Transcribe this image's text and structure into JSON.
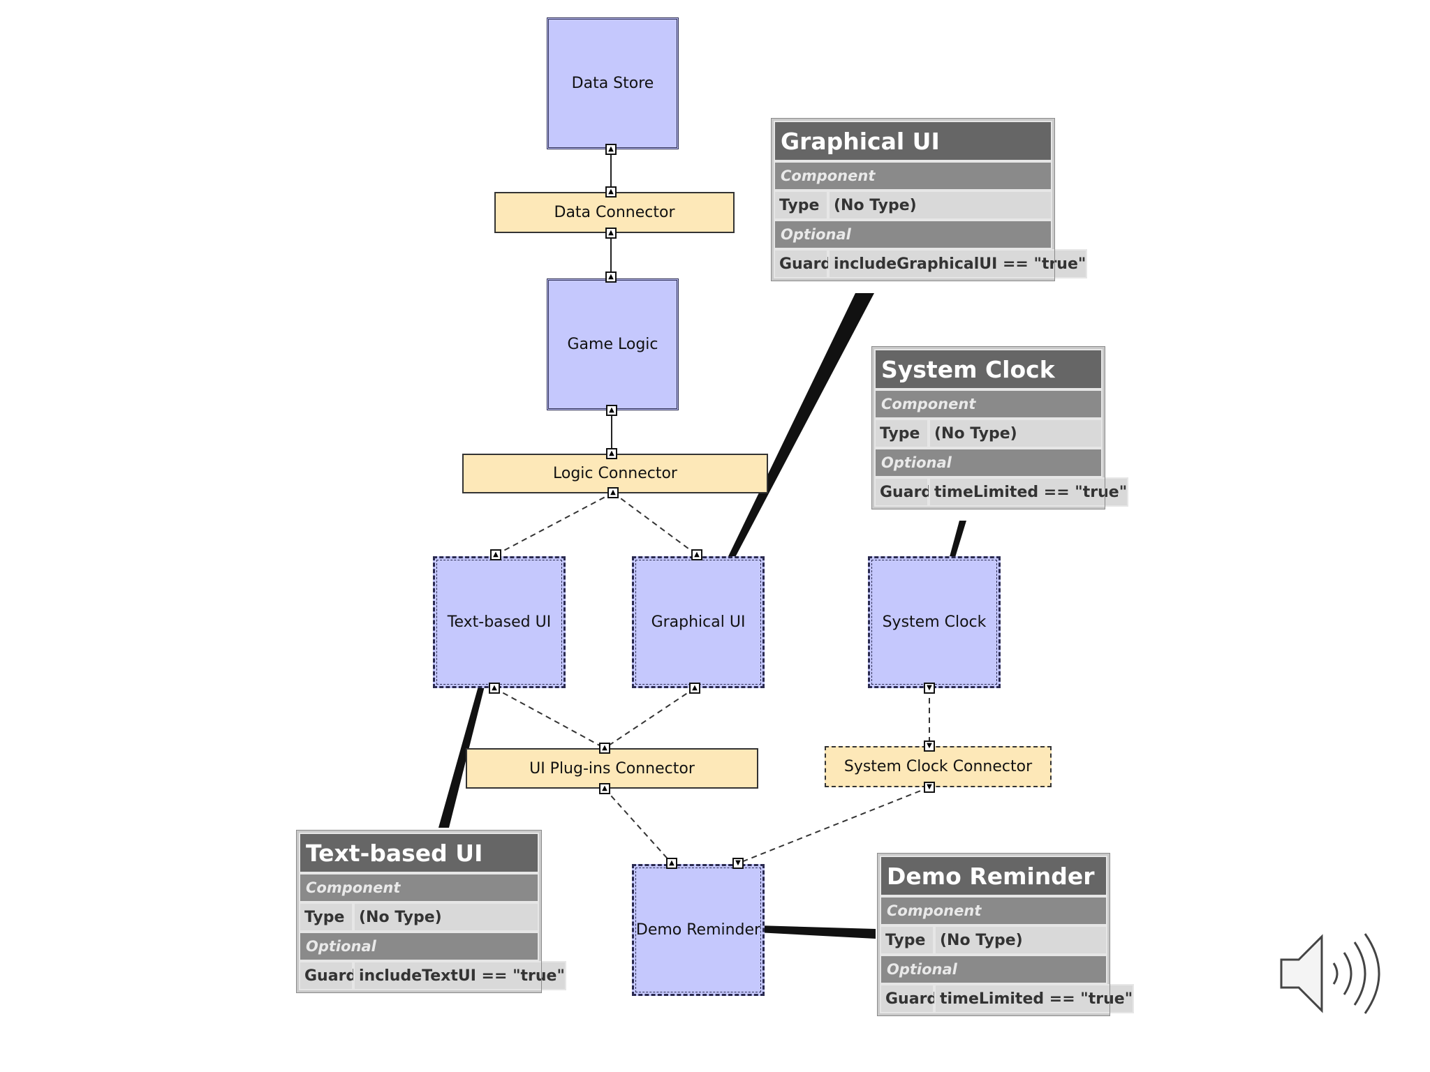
{
  "components": {
    "data_store": "Data Store",
    "game_logic": "Game Logic",
    "text_ui": "Text-based UI",
    "graphical_ui": "Graphical UI",
    "system_clock": "System Clock",
    "demo_reminder": "Demo Reminder"
  },
  "connectors": {
    "data_connector": "Data Connector",
    "logic_connector": "Logic Connector",
    "ui_plugins_connector": "UI Plug-ins Connector",
    "system_clock_connector": "System Clock Connector"
  },
  "cards": {
    "graphical_ui": {
      "title": "Graphical UI",
      "kind": "Component",
      "type_label": "Type",
      "type_value": "(No Type)",
      "optional_label": "Optional",
      "guard_label": "Guard",
      "guard_value": "includeGraphicalUI == \"true\""
    },
    "system_clock": {
      "title": "System Clock",
      "kind": "Component",
      "type_label": "Type",
      "type_value": "(No Type)",
      "optional_label": "Optional",
      "guard_label": "Guard",
      "guard_value": "timeLimited == \"true\""
    },
    "text_ui": {
      "title": "Text-based UI",
      "kind": "Component",
      "type_label": "Type",
      "type_value": "(No Type)",
      "optional_label": "Optional",
      "guard_label": "Guard",
      "guard_value": "includeTextUI == \"true\""
    },
    "demo_reminder": {
      "title": "Demo Reminder",
      "kind": "Component",
      "type_label": "Type",
      "type_value": "(No Type)",
      "optional_label": "Optional",
      "guard_label": "Guard",
      "guard_value": "timeLimited == \"true\""
    }
  },
  "colors": {
    "component_fill": "#c5c8fd",
    "connector_fill": "#fde8b8",
    "card_title": "#666666",
    "card_band": "#8a8a8a"
  },
  "icons": {
    "audio": "speaker-icon"
  }
}
